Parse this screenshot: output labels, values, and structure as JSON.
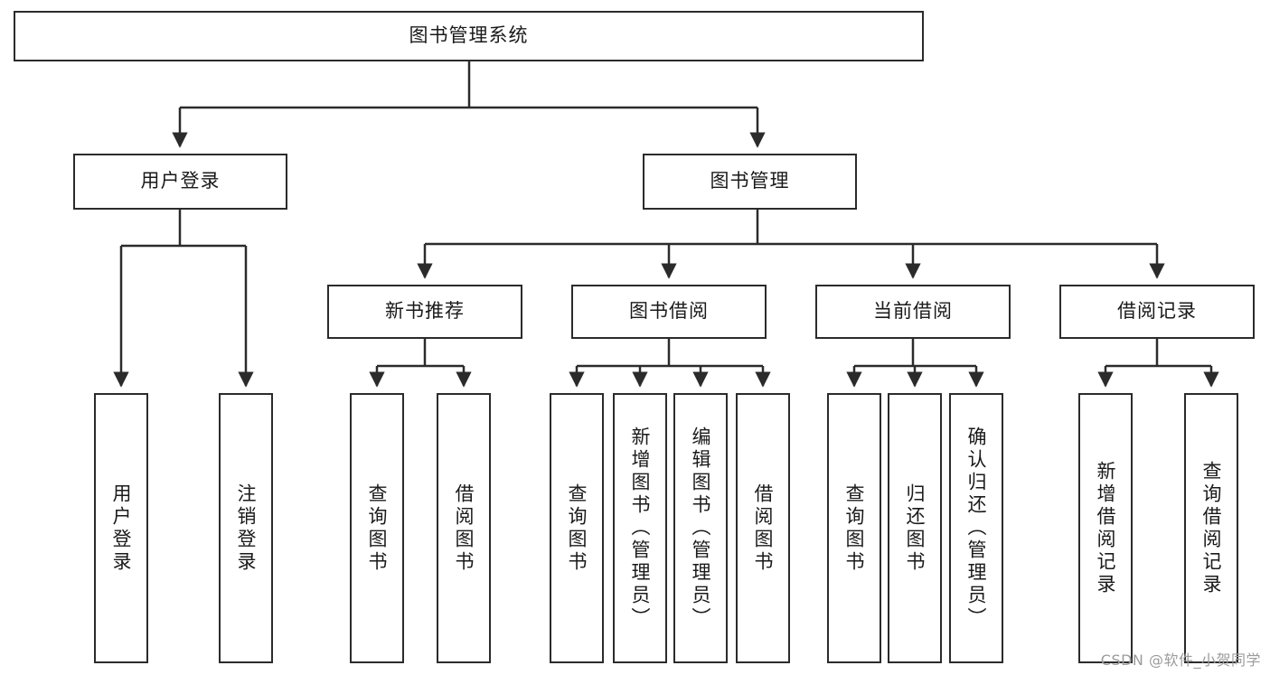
{
  "diagram": {
    "title": "图书管理系统",
    "watermark": "CSDN @软件_小贺同学",
    "type": "tree",
    "root": {
      "id": "root",
      "label": "图书管理系统"
    },
    "level2": [
      {
        "id": "user-login",
        "label": "用户登录"
      },
      {
        "id": "book-manage",
        "label": "图书管理"
      }
    ],
    "level3": [
      {
        "id": "new-book-rec",
        "label": "新书推荐",
        "parent": "book-manage"
      },
      {
        "id": "book-borrow",
        "label": "图书借阅",
        "parent": "book-manage"
      },
      {
        "id": "current-borrow",
        "label": "当前借阅",
        "parent": "book-manage"
      },
      {
        "id": "borrow-record",
        "label": "借阅记录",
        "parent": "book-manage"
      }
    ],
    "leaves": [
      {
        "id": "leaf-user-login",
        "label": "用户登录",
        "parent": "user-login"
      },
      {
        "id": "leaf-logout",
        "label": "注销登录",
        "parent": "user-login"
      },
      {
        "id": "leaf-query-book-1",
        "label": "查询图书",
        "parent": "new-book-rec"
      },
      {
        "id": "leaf-borrow-book-1",
        "label": "借阅图书",
        "parent": "new-book-rec"
      },
      {
        "id": "leaf-query-book-2",
        "label": "查询图书",
        "parent": "book-borrow"
      },
      {
        "id": "leaf-add-book",
        "label": "新增图书（管理员）",
        "parent": "book-borrow"
      },
      {
        "id": "leaf-edit-book",
        "label": "编辑图书（管理员）",
        "parent": "book-borrow"
      },
      {
        "id": "leaf-borrow-book-2",
        "label": "借阅图书",
        "parent": "book-borrow"
      },
      {
        "id": "leaf-query-book-3",
        "label": "查询图书",
        "parent": "current-borrow"
      },
      {
        "id": "leaf-return-book",
        "label": "归还图书",
        "parent": "current-borrow"
      },
      {
        "id": "leaf-confirm-return",
        "label": "确认归还（管理员）",
        "parent": "current-borrow"
      },
      {
        "id": "leaf-add-record",
        "label": "新增借阅记录",
        "parent": "borrow-record"
      },
      {
        "id": "leaf-query-record",
        "label": "查询借阅记录",
        "parent": "borrow-record"
      }
    ],
    "colors": {
      "stroke": "#2b2b2b",
      "background": "#ffffff",
      "text": "#1a1a1a",
      "watermark": "#9b9b9b"
    }
  }
}
